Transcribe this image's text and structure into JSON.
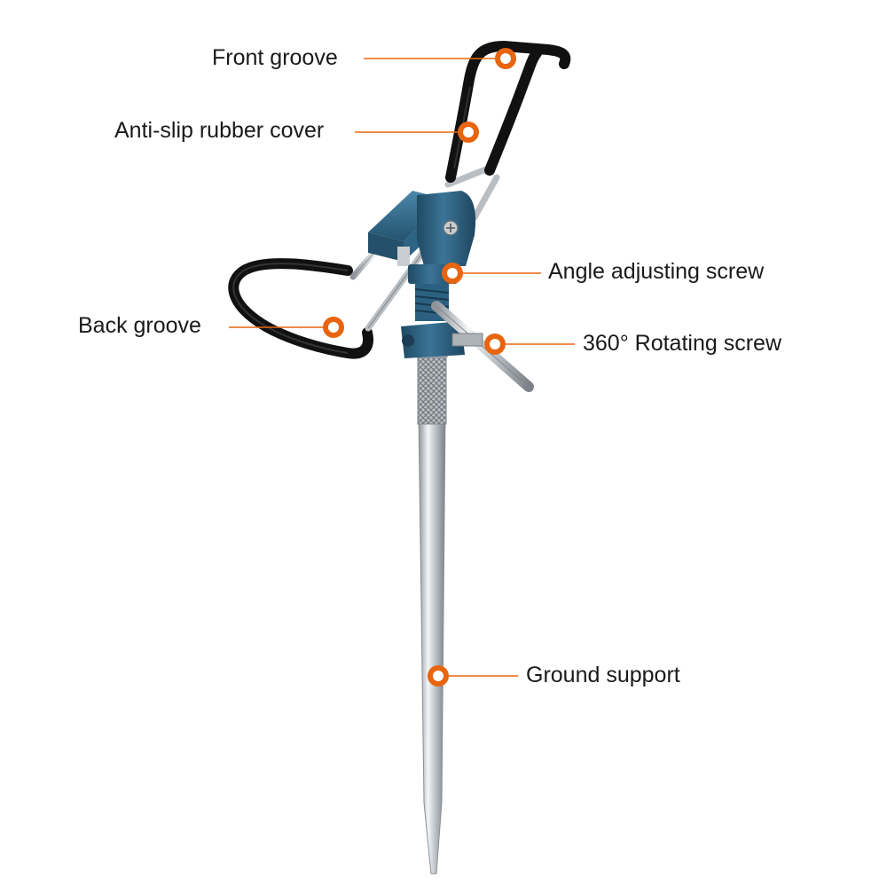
{
  "colors": {
    "accent": "#E8650F",
    "body_blue": "#2E5F7C",
    "rubber_black": "#111111",
    "steel": "#C9CDD1"
  },
  "callouts": [
    {
      "id": "front-groove",
      "label": "Front groove"
    },
    {
      "id": "anti-slip-rubber-cover",
      "label": "Anti-slip rubber cover"
    },
    {
      "id": "angle-adjusting-screw",
      "label": "Angle adjusting screw"
    },
    {
      "id": "back-groove",
      "label": "Back groove"
    },
    {
      "id": "rotating-screw",
      "label": "360° Rotating screw"
    },
    {
      "id": "ground-support",
      "label": "Ground support"
    }
  ]
}
